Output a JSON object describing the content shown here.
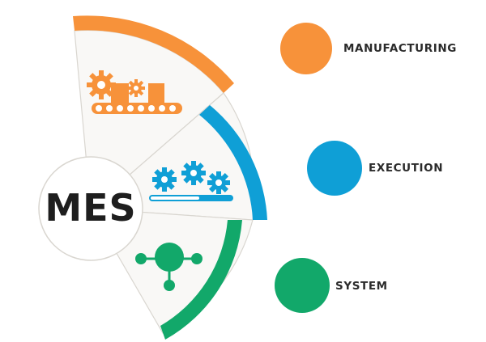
{
  "center": {
    "label": "MES"
  },
  "colors": {
    "manufacturing": "#f7923a",
    "execution": "#0f9fd6",
    "system": "#12a86a",
    "panel": "#f9f8f6",
    "outline": "#d9d6d0"
  },
  "segments": [
    {
      "key": "manufacturing",
      "label": "MANUFACTURING",
      "icon": "conveyor-gears-icon"
    },
    {
      "key": "execution",
      "label": "EXECUTION",
      "icon": "gears-progress-icon"
    },
    {
      "key": "system",
      "label": "SYSTEM",
      "icon": "network-nodes-icon"
    }
  ]
}
